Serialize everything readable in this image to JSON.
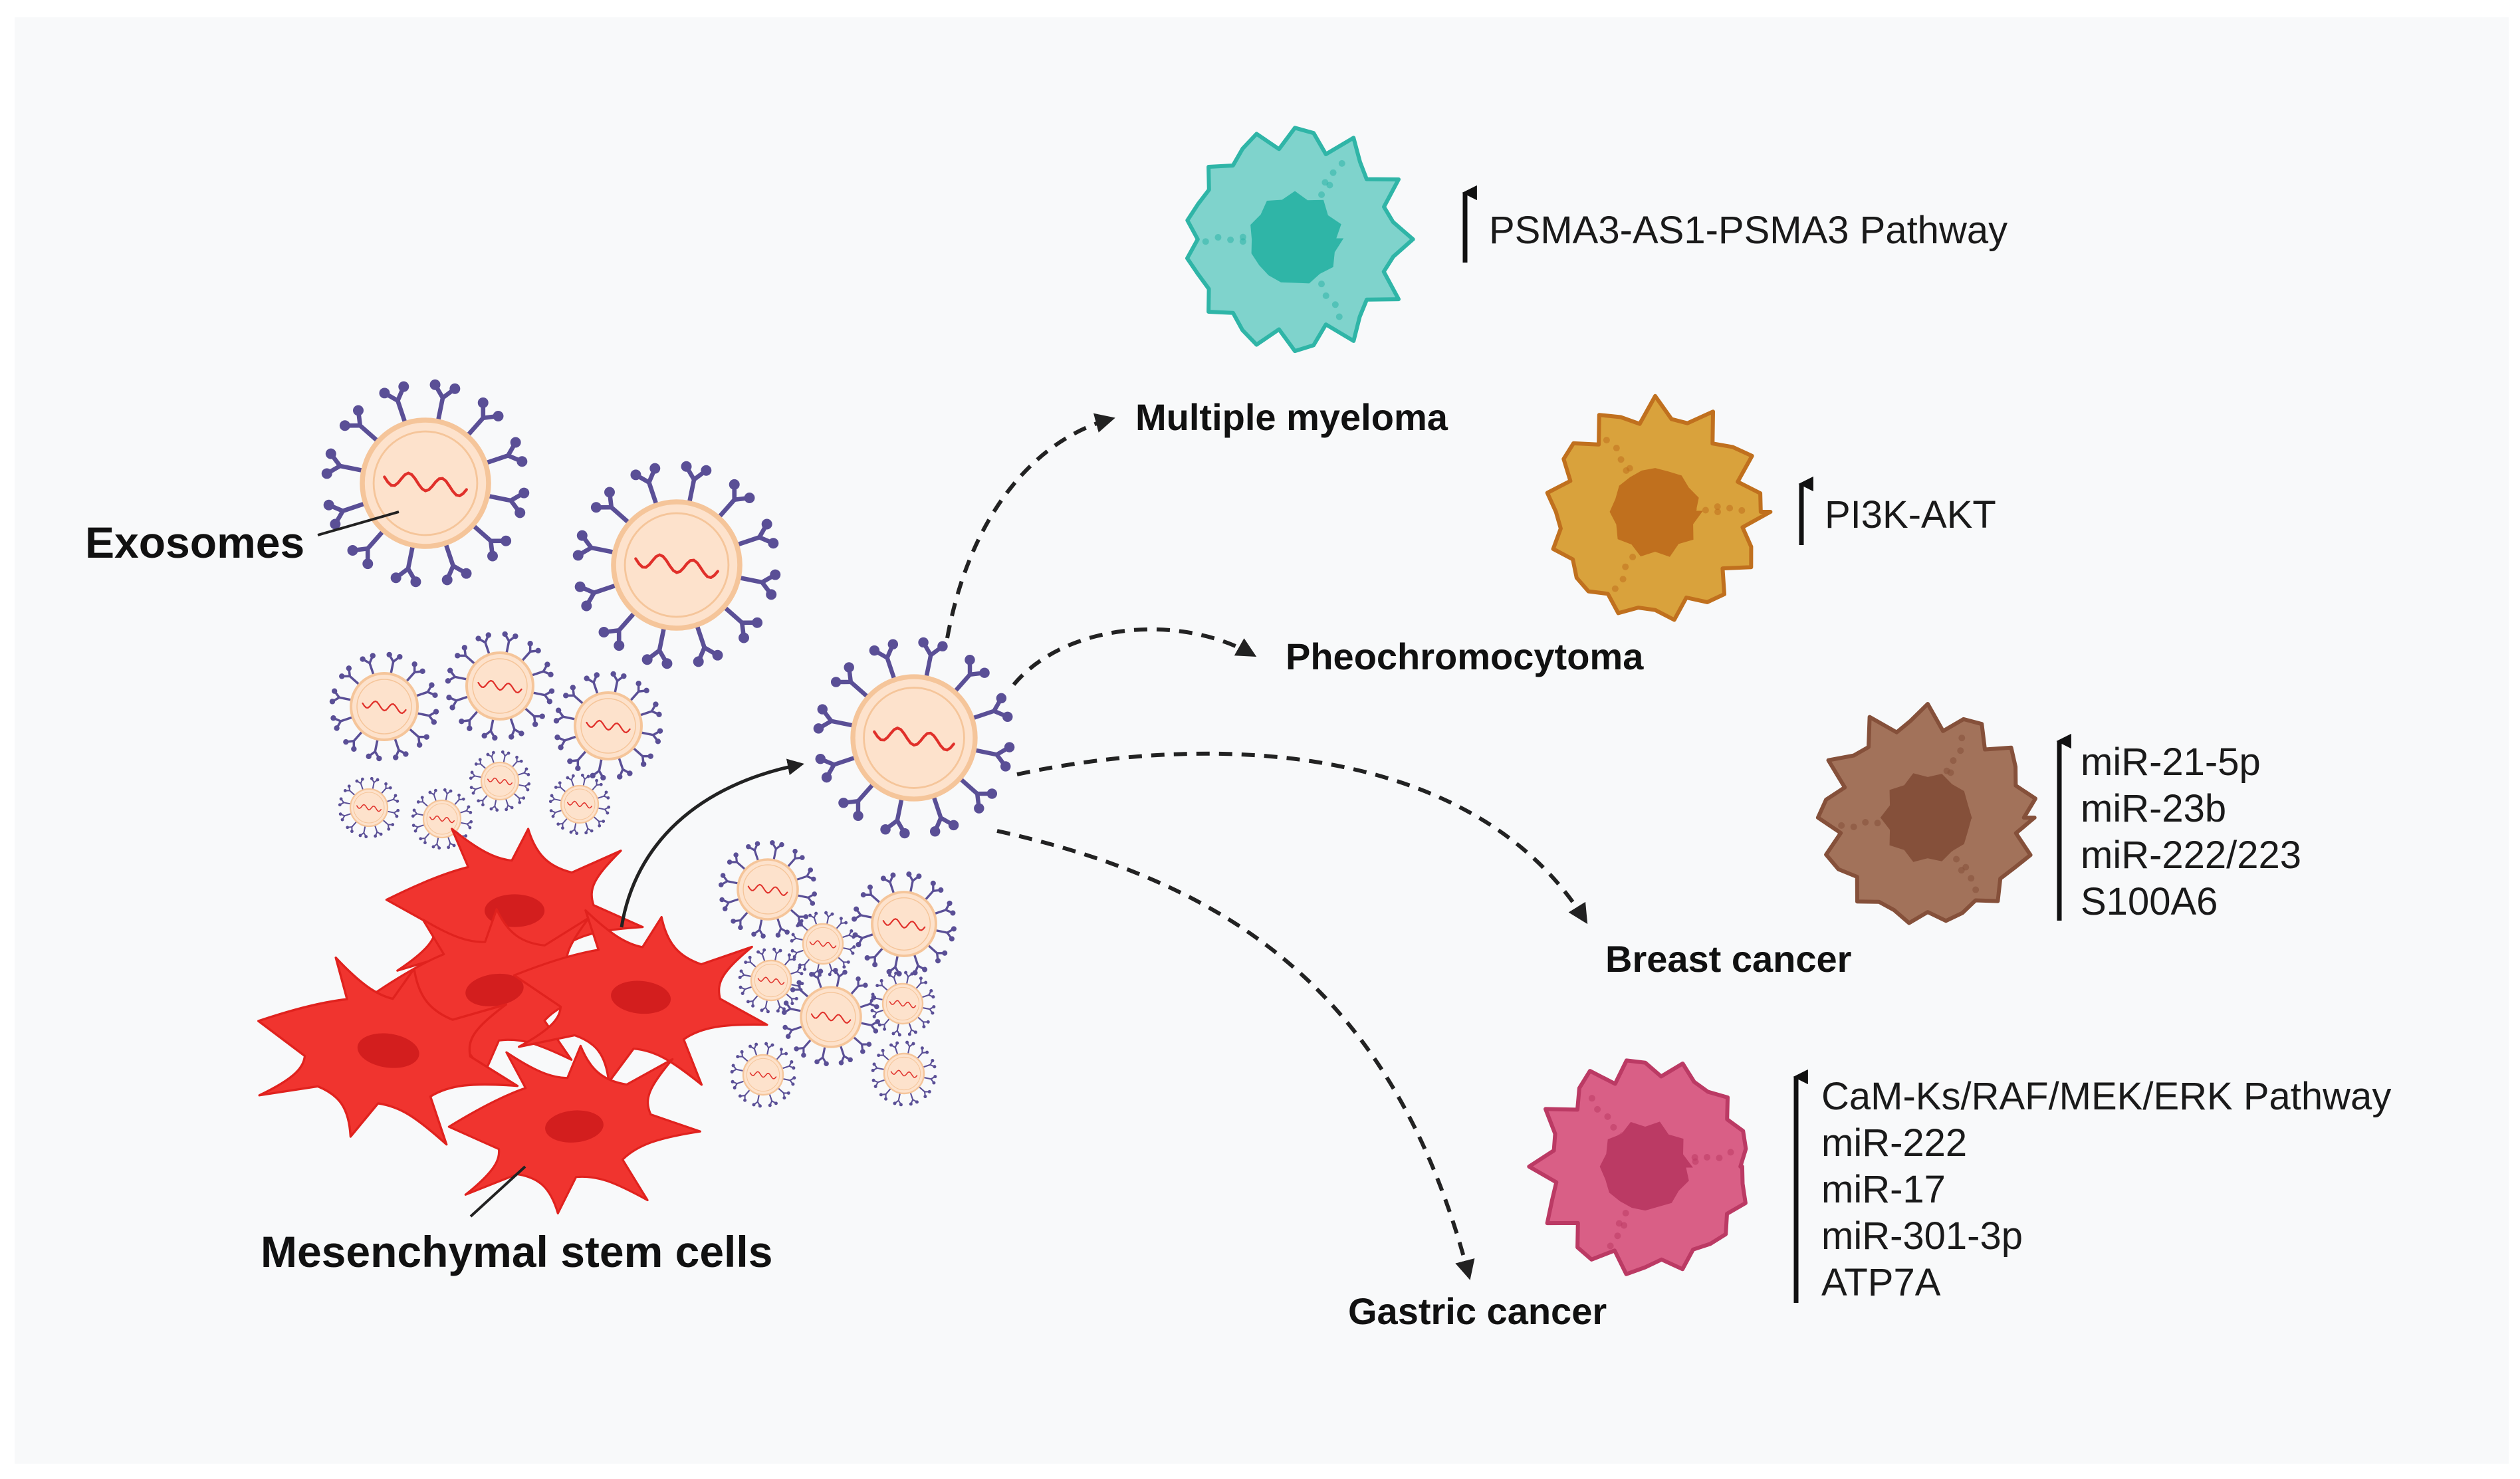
{
  "labels": {
    "exosomes": "Exosomes",
    "msc": "Mesenchymal stem cells"
  },
  "diseases": [
    {
      "id": "mm",
      "name": "Multiple myeloma",
      "color": "#7fd3cc",
      "nucleus": "#2fb5a7",
      "markers": [
        "PSMA3-AS1-PSMA3 Pathway"
      ]
    },
    {
      "id": "pheo",
      "name": "Pheochromocytoma",
      "color": "#d9a23c",
      "nucleus": "#c0701e",
      "markers": [
        "PI3K-AKT"
      ]
    },
    {
      "id": "breast",
      "name": "Breast cancer",
      "color": "#a2725a",
      "nucleus": "#85503a",
      "markers": [
        "miR-21-5p",
        "miR-23b",
        "miR-222/223",
        "S100A6"
      ]
    },
    {
      "id": "gastric",
      "name": "Gastric cancer",
      "color": "#d95f86",
      "nucleus": "#bb3a64",
      "markers": [
        "CaM-Ks/RAF/MEK/ERK Pathway",
        "miR-222",
        "miR-17",
        "miR-301-3p",
        "ATP7A"
      ]
    }
  ],
  "colors": {
    "msc": "#f0342f",
    "msc_nucleus": "#d31e1e",
    "exosome_fill": "#fde2cc",
    "exosome_ring": "#f5c59a",
    "exosome_receptor": "#5a4f96",
    "rna": "#e0302a",
    "arrow": "#222222"
  },
  "icons": [
    "exosome-icon",
    "stem-cell-icon",
    "cancer-cell-icon",
    "up-arrow-icon"
  ]
}
